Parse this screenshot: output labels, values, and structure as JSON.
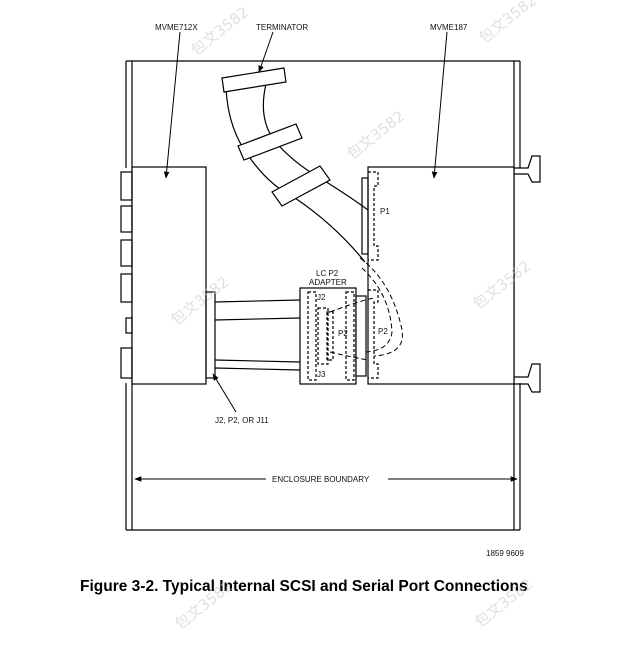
{
  "labels": {
    "mvme712x": "MVME712X",
    "terminator": "TERMINATOR",
    "mvme187": "MVME187",
    "p1": "P1",
    "lc_p2": "LC P2",
    "adapter": "ADAPTER",
    "j2": "J2",
    "p2_adapter": "P2",
    "p2_board": "P2",
    "j3": "J3",
    "cable_connector": "J2, P2, OR J11",
    "enclosure_boundary": "ENCLOSURE BOUNDARY",
    "figure_code": "1859 9609"
  },
  "caption": "Figure 3-2.  Typical Internal SCSI and Serial Port Connections",
  "watermarks": [
    "包文3582",
    "包文3582",
    "包文3582",
    "包文3582",
    "包文3582",
    "包文3582",
    "包文3582"
  ]
}
